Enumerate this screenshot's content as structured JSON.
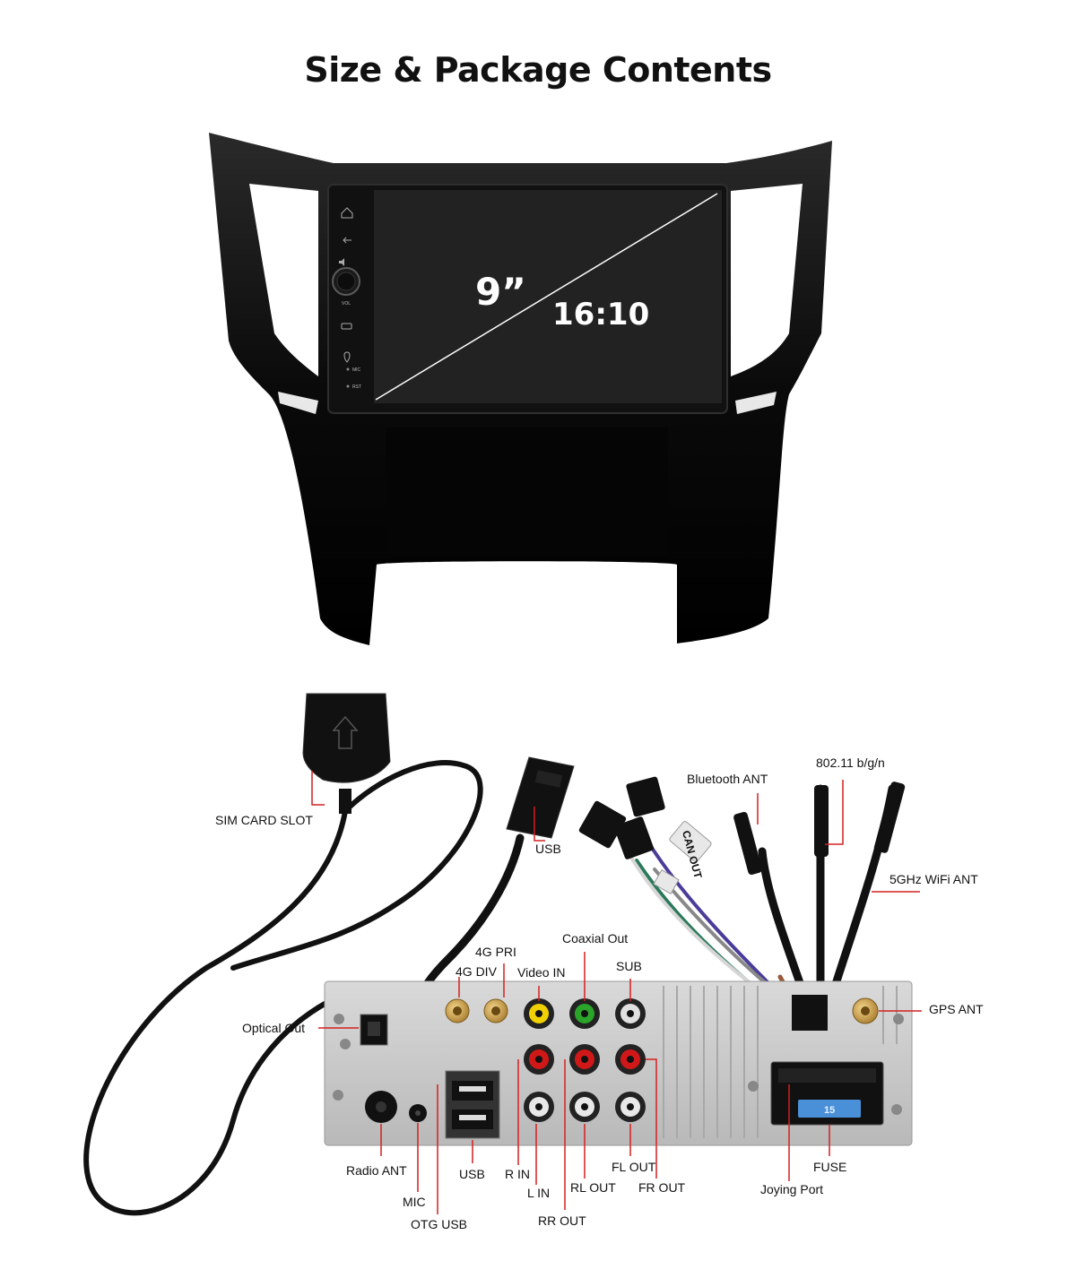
{
  "title": "Size & Package Contents",
  "unit": {
    "screen_size": "9”",
    "aspect_ratio": "16:10",
    "side_labels": [
      "VOL",
      "MIC",
      "RST"
    ]
  },
  "callouts": {
    "sim_card_slot": "SIM CARD SLOT",
    "usb_cable": "USB",
    "bluetooth_ant": "Bluetooth ANT",
    "wifi_80211": "802.11 b/g/n",
    "wifi_5ghz": "5GHz WiFi ANT",
    "can_out": "CAN OUT",
    "ant_4g_pri": "4G PRI",
    "ant_4g_div": "4G DIV",
    "coaxial_out": "Coaxial Out",
    "video_in": "Video IN",
    "sub": "SUB",
    "gps_ant": "GPS ANT",
    "optical_out": "Optical Out",
    "radio_ant": "Radio ANT",
    "mic": "MIC",
    "otg_usb": "OTG USB",
    "usb_port": "USB",
    "r_in": "R IN",
    "l_in": "L IN",
    "rr_out": "RR OUT",
    "rl_out": "RL OUT",
    "fl_out": "FL OUT",
    "fr_out": "FR OUT",
    "joying_port": "Joying Port",
    "fuse": "FUSE",
    "fuse_rating": "15"
  },
  "colors": {
    "callout_line": "#d42020",
    "bezel": "#0b0b0b",
    "chassis": "#c9c9c9",
    "fuse_blue": "#4a90d9"
  }
}
